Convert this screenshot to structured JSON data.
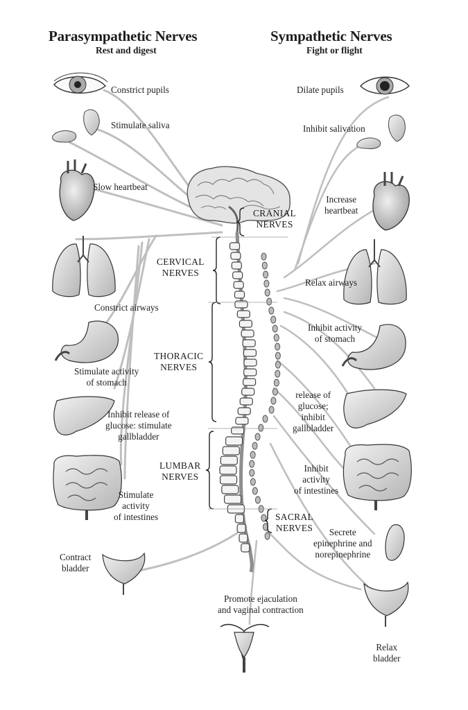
{
  "headers": {
    "parasympathetic": {
      "title": "Parasympathetic Nerves",
      "subtitle": "Rest and digest"
    },
    "sympathetic": {
      "title": "Sympathetic Nerves",
      "subtitle": "Fight or flight"
    }
  },
  "nerve_groups": {
    "cranial": [
      "CRANIAL",
      "NERVES"
    ],
    "cervical": [
      "CERVICAL",
      "NERVES"
    ],
    "thoracic": [
      "THORACIC",
      "NERVES"
    ],
    "lumbar": [
      "LUMBAR",
      "NERVES"
    ],
    "sacral": [
      "SACRAL",
      "NERVES"
    ]
  },
  "parasympathetic_effects": {
    "eye": [
      "Constrict pupils"
    ],
    "saliva": [
      "Stimulate saliva"
    ],
    "heart": [
      "Slow heartbeat"
    ],
    "lungs": [
      "Constrict airways"
    ],
    "stomach": [
      "Stimulate activity",
      "of stomach"
    ],
    "liver": [
      "Inhibit release of",
      "glucose: stimulate",
      "gallbladder"
    ],
    "intestines": [
      "Stimulate",
      "activity",
      "of intestines"
    ],
    "bladder": [
      "Contract",
      "bladder"
    ]
  },
  "sympathetic_effects": {
    "eye": [
      "Dilate pupils"
    ],
    "saliva": [
      "Inhibit salivation"
    ],
    "heart": [
      "Increase",
      "heartbeat"
    ],
    "lungs": [
      "Relax airways"
    ],
    "stomach": [
      "Inhibit activity",
      "of stomach"
    ],
    "liver": [
      "release of",
      "glucose;",
      "inhibit",
      "gallbladder"
    ],
    "intestines": [
      "Inhibit",
      "activity",
      "of intestines"
    ],
    "adrenal": [
      "Secrete",
      "epinephrine and",
      "norepinephrine"
    ],
    "bladder": [
      "Relax",
      "bladder"
    ]
  },
  "reproductive": [
    "Promote ejaculation",
    "and vaginal contraction"
  ],
  "icons": [
    "eye-icon",
    "salivary-gland-icon",
    "heart-icon",
    "lungs-icon",
    "stomach-icon",
    "liver-icon",
    "intestines-icon",
    "bladder-icon",
    "adrenal-gland-icon",
    "uterus-icon",
    "brain-icon",
    "spinal-cord-icon"
  ],
  "colors": {
    "ink": "#1c1c1c",
    "organ_fill": "#cfcfcf",
    "nerve": "#b9b9b9",
    "background": "#ffffff"
  }
}
